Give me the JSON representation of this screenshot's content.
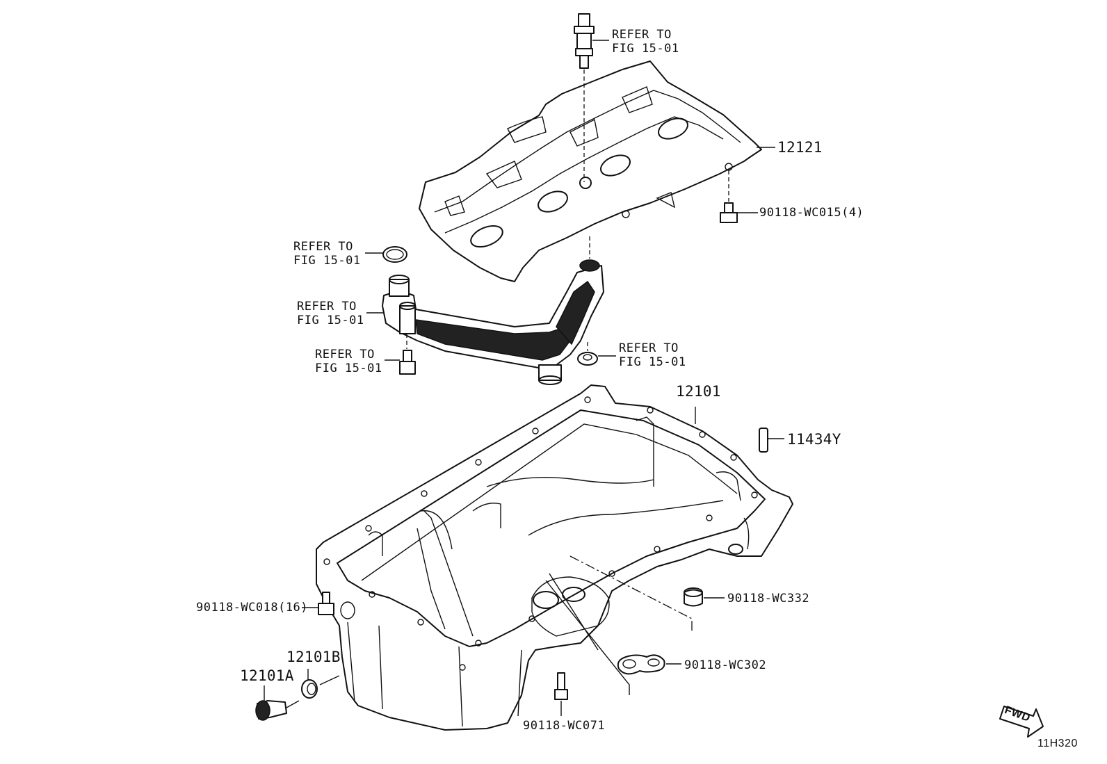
{
  "diagram_code": "11H320",
  "direction_tag": "FWD",
  "labels": {
    "oil_pan_baffle": "12121",
    "baffle_bolt": "90118-WC015(4)",
    "oil_pan": "12101",
    "stud_pin": "11434Y",
    "pan_bolt": "90118-WC018(16)",
    "drain_gasket": "12101B",
    "drain_plug": "12101A",
    "outlet_bolt": "90118-WC071",
    "oring_pair_gasket": "90118-WC302",
    "sleeve": "90118-WC332"
  },
  "refer_notes": {
    "top_stud": [
      "REFER TO",
      "FIG 15-01"
    ],
    "strainer_oring": [
      "REFER TO",
      "FIG 15-01"
    ],
    "strainer_body": [
      "REFER TO",
      "FIG 15-01"
    ],
    "strainer_bolt": [
      "REFER TO",
      "FIG 15-01"
    ],
    "strainer_grommet": [
      "REFER TO",
      "FIG 15-01"
    ]
  }
}
